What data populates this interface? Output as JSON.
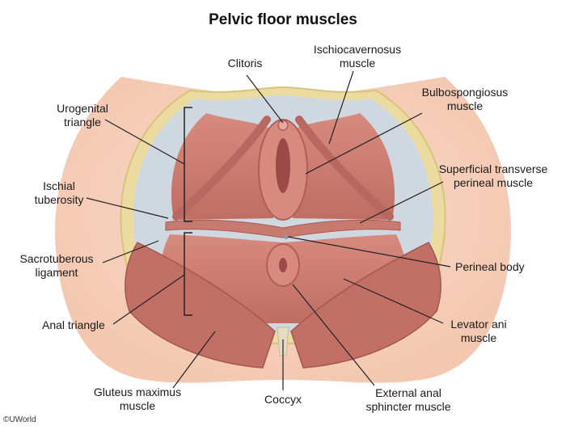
{
  "title": "Pelvic floor muscles",
  "labels": {
    "clitoris": "Clitoris",
    "ischiocavernosus": "Ischiocavernosus\nmuscle",
    "bulbospongiosus": "Bulbospongiosus\nmuscle",
    "urogenital_triangle": "Urogenital\ntriangle",
    "ischial_tuberosity": "Ischial\ntuberosity",
    "superficial_transverse": "Superficial transverse\nperineal muscle",
    "sacrotuberous": "Sacrotuberous\nligament",
    "perineal_body": "Perineal body",
    "anal_triangle": "Anal triangle",
    "levator_ani": "Levator ani\nmuscle",
    "gluteus_maximus": "Gluteus maximus\nmuscle",
    "coccyx": "Coccyx",
    "external_anal_sphincter": "External anal\nsphincter muscle"
  },
  "credit": "©UWorld",
  "colors": {
    "skin": "#f6d2bf",
    "fat_border": "#e9d79a",
    "muscle": "#cf7d72",
    "muscle_dark": "#b05e57",
    "fascia": "#c7d2dc",
    "leader": "#222222"
  }
}
